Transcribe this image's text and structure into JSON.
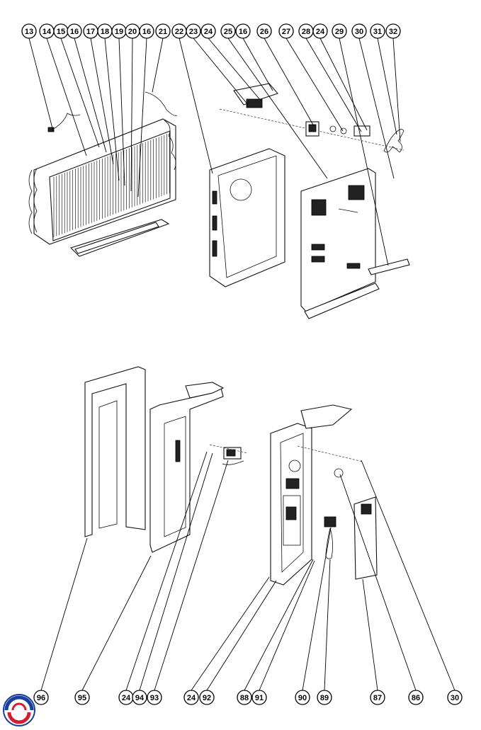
{
  "top_callouts": [
    "13",
    "14",
    "15",
    "16",
    "17",
    "18",
    "19",
    "20",
    "16",
    "21",
    "22",
    "23",
    "24",
    "25",
    "16",
    "26",
    "27",
    "28",
    "24",
    "29",
    "30",
    "31",
    "32"
  ],
  "bottom_callouts": [
    "96",
    "95",
    "24",
    "94",
    "93",
    "24",
    "92",
    "88",
    "91",
    "90",
    "89",
    "87",
    "86",
    "30"
  ],
  "logo": {
    "name": "brand-logo",
    "colors": [
      "#1a3f9c",
      "#d21f2b"
    ]
  }
}
